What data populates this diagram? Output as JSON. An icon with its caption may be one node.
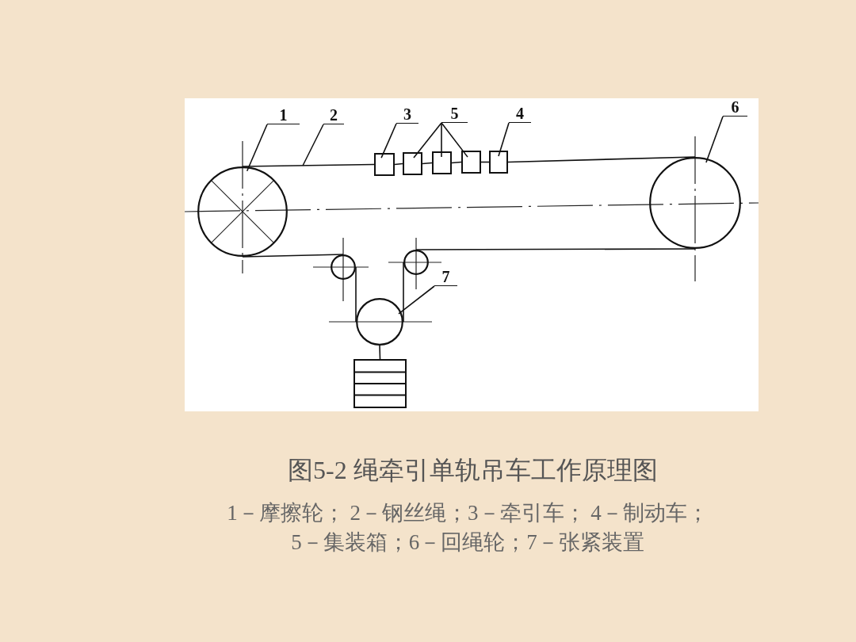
{
  "diagram": {
    "title": "图5-2 绳牵引单轨吊车工作原理图",
    "nodes": [
      {
        "text": [
          "1"
        ]
      },
      {
        "text": [
          "2"
        ]
      },
      {
        "text": [
          "3"
        ]
      },
      {
        "text": [
          "5"
        ]
      },
      {
        "text": [
          "4"
        ]
      },
      {
        "text": [
          "6"
        ]
      },
      {
        "text": [],
        "shape": "circle"
      },
      {
        "text": [],
        "shape": "box"
      },
      {
        "text": [],
        "shape": "box"
      },
      {
        "text": [],
        "shape": "box"
      },
      {
        "text": [],
        "shape": "box"
      },
      {
        "text": [],
        "shape": "box"
      },
      {
        "text": [],
        "shape": "circle"
      },
      {
        "text": [],
        "shape": "circle"
      },
      {
        "text": [],
        "shape": "circle"
      },
      {
        "text": [
          "7"
        ]
      },
      {
        "text": [],
        "shape": "circle"
      },
      {
        "text": [],
        "shape": "box"
      }
    ],
    "edges": [
      {
        "from": 0,
        "to": 6,
        "arrow": "none"
      },
      {
        "from": 1,
        "to": null,
        "arrow": "none"
      },
      {
        "from": 2,
        "to": 7,
        "arrow": "none"
      },
      {
        "from": 3,
        "to": 8,
        "arrow": "none"
      },
      {
        "from": 3,
        "to": 9,
        "arrow": "none"
      },
      {
        "from": 3,
        "to": 10,
        "arrow": "none"
      },
      {
        "from": 4,
        "to": 11,
        "arrow": "none"
      },
      {
        "from": 5,
        "to": 12,
        "arrow": "none"
      },
      {
        "from": 15,
        "to": 16,
        "arrow": "none"
      },
      {
        "from": 6,
        "to": 7,
        "arrow": "none"
      },
      {
        "from": 7,
        "to": 8,
        "arrow": "none"
      },
      {
        "from": 8,
        "to": 9,
        "arrow": "none"
      },
      {
        "from": 9,
        "to": 10,
        "arrow": "none"
      },
      {
        "from": 10,
        "to": 11,
        "arrow": "none"
      },
      {
        "from": 11,
        "to": 12,
        "arrow": "none"
      },
      {
        "from": 12,
        "to": 14,
        "arrow": "none"
      },
      {
        "from": 14,
        "to": 16,
        "arrow": "none"
      },
      {
        "from": 16,
        "to": 13,
        "arrow": "none"
      },
      {
        "from": 13,
        "to": 6,
        "arrow": "none"
      },
      {
        "from": 16,
        "to": 17,
        "arrow": "none"
      }
    ],
    "labels": [
      "1－摩擦轮； 2－钢丝绳；3－牵引车； 4－制动车；",
      "5－集装箱；6－回绳轮；7－张紧装置"
    ]
  }
}
